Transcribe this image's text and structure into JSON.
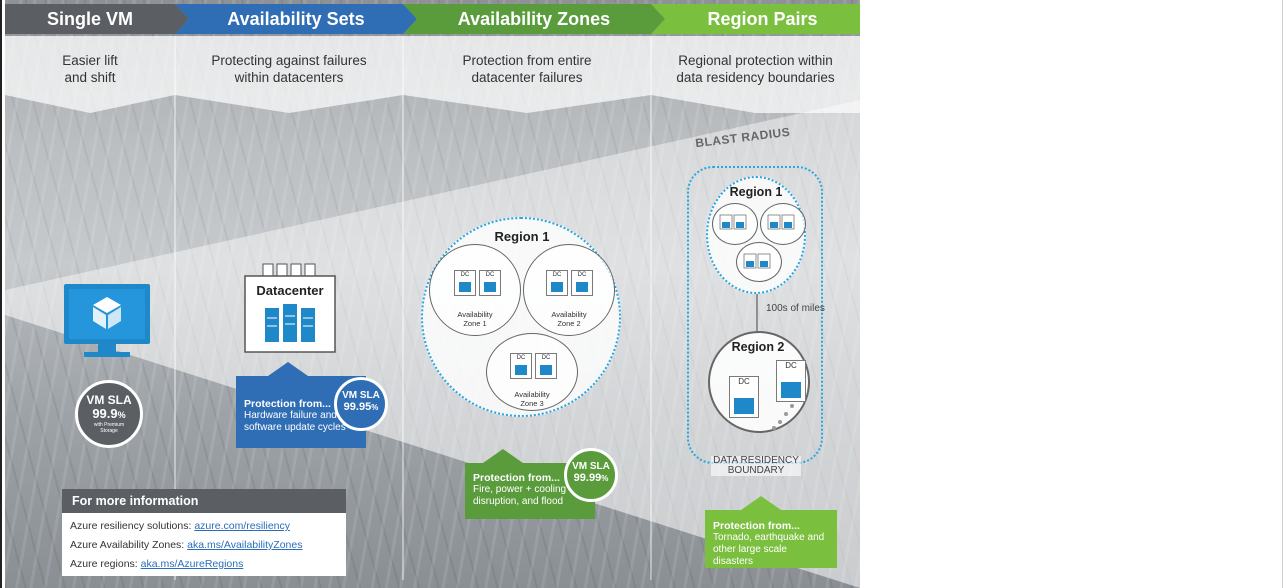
{
  "colors": {
    "single_vm": "#5b5f64",
    "availability_sets": "#2f6db5",
    "availability_zones": "#5a9c3c",
    "region_pairs": "#7bbf3f",
    "azure_blue": "#1e88c9"
  },
  "columns": [
    {
      "title": "Single VM",
      "subtitle_line1": "Easier lift",
      "subtitle_line2": "and shift"
    },
    {
      "title": "Availability Sets",
      "subtitle_line1": "Protecting against failures",
      "subtitle_line2": "within datacenters"
    },
    {
      "title": "Availability Zones",
      "subtitle_line1": "Protection from entire",
      "subtitle_line2": "datacenter failures"
    },
    {
      "title": "Region Pairs",
      "subtitle_line1": "Regional protection within",
      "subtitle_line2": "data residency boundaries"
    }
  ],
  "blast_radius": "BLAST RADIUS",
  "single_vm": {
    "icon": "vm-monitor-cube-icon",
    "sla_label": "VM SLA",
    "sla_value": "99.9",
    "sla_unit": "%",
    "sla_note_line1": "with Premium",
    "sla_note_line2": "Storage"
  },
  "availability_sets": {
    "datacenter_label": "Datacenter",
    "protection_title": "Protection from...",
    "protection_line1": "Hardware failure and",
    "protection_line2": "software update cycles",
    "sla_label": "VM SLA",
    "sla_value": "99.95",
    "sla_unit": "%"
  },
  "availability_zones": {
    "region_label": "Region 1",
    "dc_label": "DC",
    "zones": [
      {
        "line1": "Availability",
        "line2": "Zone 1"
      },
      {
        "line1": "Availability",
        "line2": "Zone 2"
      },
      {
        "line1": "Availability",
        "line2": "Zone 3"
      }
    ],
    "protection_title": "Protection from...",
    "protection_line1": "Fire, power + cooling",
    "protection_line2": "disruption, and flood",
    "sla_label": "VM SLA",
    "sla_value": "99.99",
    "sla_unit": "%"
  },
  "region_pairs": {
    "region1_label": "Region 1",
    "region2_label": "Region 2",
    "distance": "100s of miles",
    "dc_label": "DC",
    "boundary_line1": "DATA RESIDENCY",
    "boundary_line2": "BOUNDARY",
    "protection_title": "Protection from...",
    "protection_line1": "Tornado, earthquake and",
    "protection_line2": "other large scale disasters"
  },
  "info": {
    "title": "For more information",
    "rows": [
      {
        "label": "Azure resiliency solutions: ",
        "link": "azure.com/resiliency"
      },
      {
        "label": "Azure Availability Zones: ",
        "link": "aka.ms/AvailabilityZones"
      },
      {
        "label": "Azure regions: ",
        "link": "aka.ms/AzureRegions"
      }
    ]
  }
}
